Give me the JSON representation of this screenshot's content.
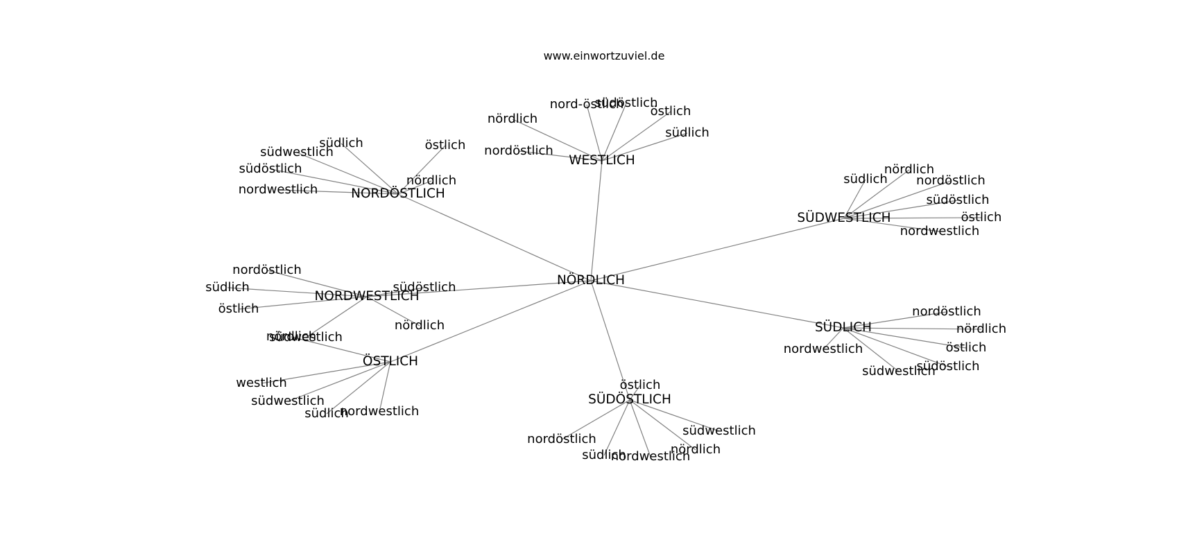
{
  "title": "www.einwortzuviel.de",
  "colors": {
    "edge": "#808080",
    "text": "#000000",
    "background": "#ffffff"
  },
  "graph": {
    "root": "NÖRDLICH",
    "hubs": [
      {
        "label": "WESTLICH",
        "leaves": [
          "nördlich",
          "nord-östlich",
          "südöstlich",
          "östlich",
          "südlich",
          "nordöstlich"
        ]
      },
      {
        "label": "NORDÖSTLICH",
        "leaves": [
          "südlich",
          "östlich",
          "südwestlich",
          "südöstlich",
          "nördlich",
          "nordwestlich"
        ]
      },
      {
        "label": "SÜDWESTLICH",
        "leaves": [
          "südlich",
          "nördlich",
          "nordöstlich",
          "südöstlich",
          "östlich",
          "nordwestlich"
        ]
      },
      {
        "label": "NORDWESTLICH",
        "leaves": [
          "nordöstlich",
          "südlich",
          "östlich",
          "südöstlich",
          "nördlich",
          "südwestlich"
        ]
      },
      {
        "label": "SÜDLICH",
        "leaves": [
          "nordöstlich",
          "nördlich",
          "nordwestlich",
          "östlich",
          "südöstlich",
          "südwestlich"
        ]
      },
      {
        "label": "ÖSTLICH",
        "leaves": [
          "nördlich",
          "westlich",
          "südwestlich",
          "südlich",
          "nordwestlich"
        ]
      },
      {
        "label": "SÜDÖSTLICH",
        "leaves": [
          "östlich",
          "nordöstlich",
          "südlich",
          "nordwestlich",
          "nördlich",
          "südwestlich"
        ]
      }
    ]
  }
}
